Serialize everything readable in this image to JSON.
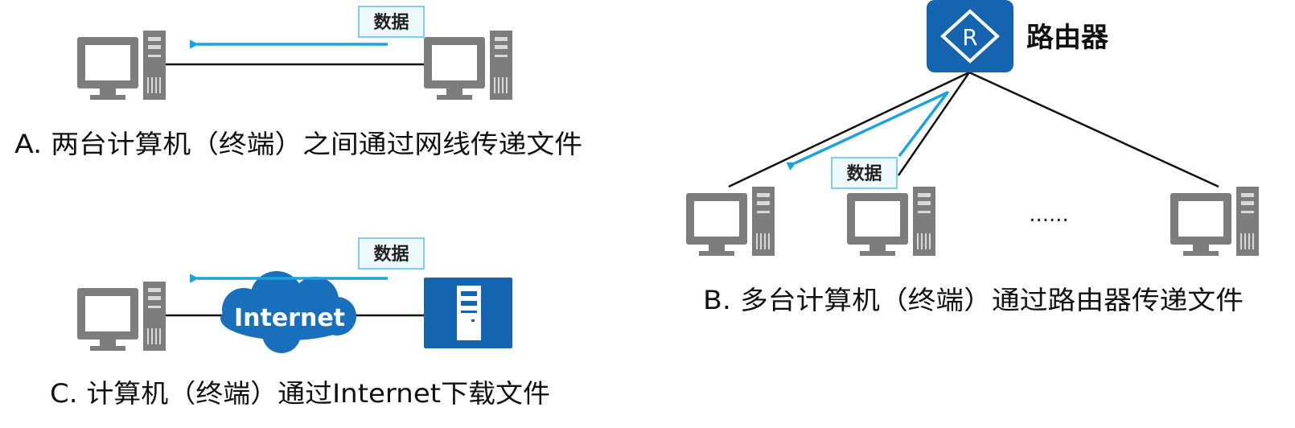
{
  "colors": {
    "computer": "#7d7d7d",
    "arrow": "#1aa3de",
    "label_border": "#7fd0ec",
    "label_fill": "#eef9fd",
    "device_blue": "#1464b0",
    "cloud_blue": "#1870bd",
    "line": "#111111"
  },
  "icons": {
    "computer": "desktop-computer-icon",
    "router": "router-icon",
    "server": "server-icon",
    "cloud": "internet-cloud-icon"
  },
  "scenario_a": {
    "data_label": "数据",
    "caption": "A. 两台计算机（终端）之间通过网线传递文件"
  },
  "scenario_b": {
    "router_label": "路由器",
    "router_symbol": "R",
    "data_label": "数据",
    "ellipsis": "......",
    "caption": "B. 多台计算机（终端）通过路由器传递文件"
  },
  "scenario_c": {
    "data_label": "数据",
    "cloud_label": "Internet",
    "caption": "C. 计算机（终端）通过Internet下载文件"
  }
}
